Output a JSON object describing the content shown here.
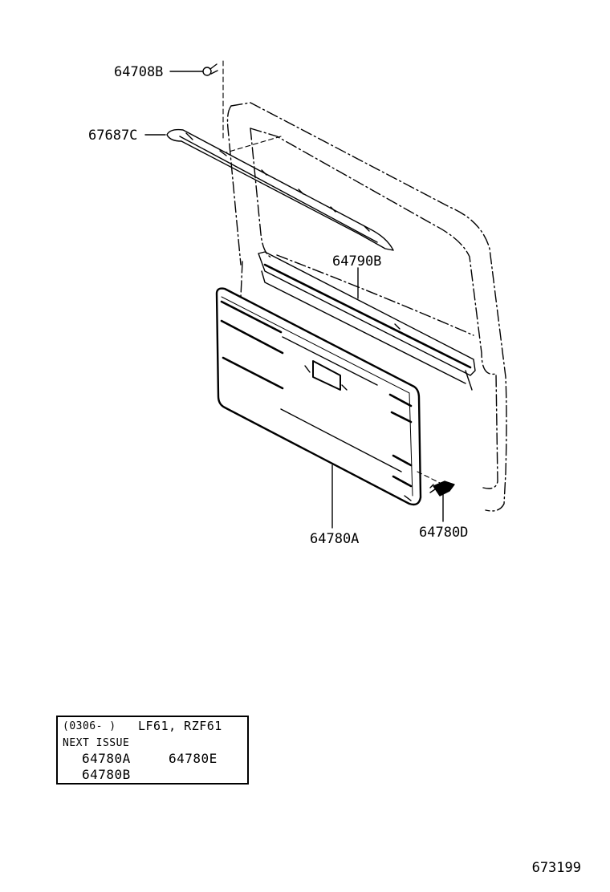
{
  "callouts": {
    "clip_top": "64708B",
    "weatherstrip": "67687C",
    "upper_trim": "64790B",
    "door_trim_board": "64780A",
    "clip_bottom": "64780D"
  },
  "note": {
    "line1_range": "(0306-     )",
    "line1_models": "LF61, RZF61",
    "line2": "NEXT  ISSUE",
    "parts": [
      "64780A",
      "64780E",
      "64780B"
    ]
  },
  "page_number": "673199"
}
